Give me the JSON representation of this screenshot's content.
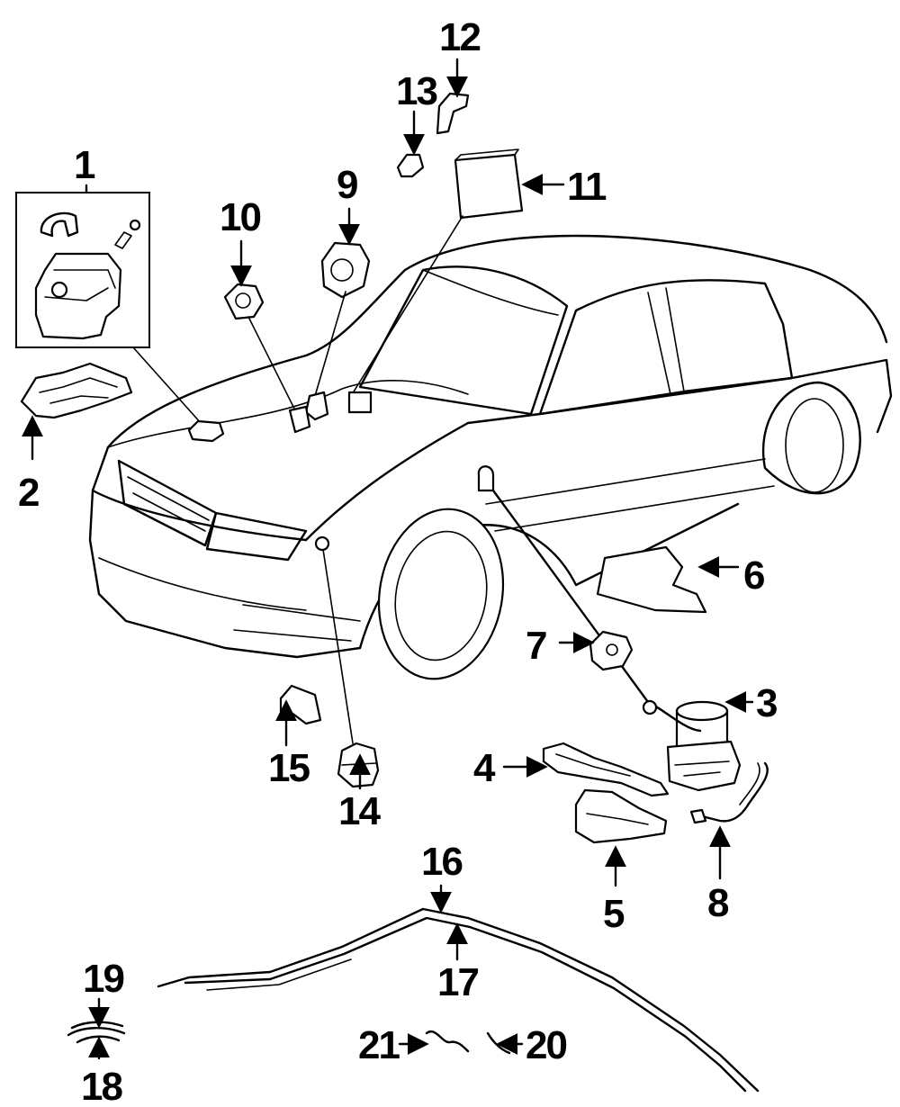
{
  "diagram": {
    "callouts": [
      {
        "id": "1",
        "label": "1"
      },
      {
        "id": "2",
        "label": "2"
      },
      {
        "id": "3",
        "label": "3"
      },
      {
        "id": "4",
        "label": "4"
      },
      {
        "id": "5",
        "label": "5"
      },
      {
        "id": "6",
        "label": "6"
      },
      {
        "id": "7",
        "label": "7"
      },
      {
        "id": "8",
        "label": "8"
      },
      {
        "id": "9",
        "label": "9"
      },
      {
        "id": "10",
        "label": "10"
      },
      {
        "id": "11",
        "label": "11"
      },
      {
        "id": "12",
        "label": "12"
      },
      {
        "id": "13",
        "label": "13"
      },
      {
        "id": "14",
        "label": "14"
      },
      {
        "id": "15",
        "label": "15"
      },
      {
        "id": "16",
        "label": "16"
      },
      {
        "id": "17",
        "label": "17"
      },
      {
        "id": "18",
        "label": "18"
      },
      {
        "id": "19",
        "label": "19"
      },
      {
        "id": "20",
        "label": "20"
      },
      {
        "id": "21",
        "label": "21"
      }
    ]
  }
}
